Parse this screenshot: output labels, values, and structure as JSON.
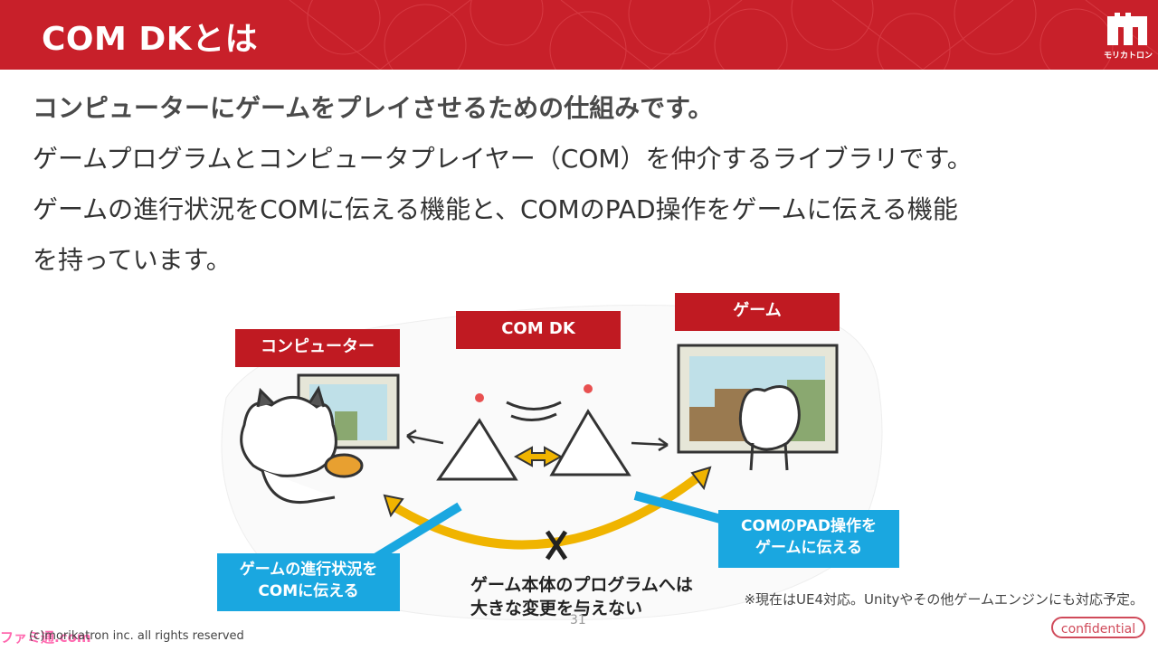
{
  "header": {
    "title": "COM DKとは",
    "logo_text": "モリカトロン"
  },
  "intro": {
    "lead": "コンピューターにゲームをプレイさせるための仕組みです。",
    "paragraph_1": "ゲームプログラムとコンピュータプレイヤー（COM）を仲介するライブラリです。",
    "paragraph_2": "ゲームの進行状況をCOMに伝える機能と、COMのPAD操作をゲームに伝える機能",
    "paragraph_3": "を持っています。"
  },
  "diagram": {
    "label_computer": "コンピューター",
    "label_comdk": "COM DK",
    "label_game": "ゲーム",
    "callout_left_line1": "ゲームの進行状況を",
    "callout_left_line2": "COMに伝える",
    "callout_right_line1": "COMのPAD操作を",
    "callout_right_line2": "ゲームに伝える",
    "note_line1": "ゲーム本体のプログラムへは",
    "note_line2": "大きな変更を与えない"
  },
  "footnote": "※現在はUE4対応。Unityやその他ゲームエンジンにも対応予定。",
  "page_number": "31",
  "copyright": "(c)morikatron inc. all rights reserved",
  "watermark": "ファミ通.com",
  "confidential": "confidential",
  "colors": {
    "header_red": "#c8202a",
    "label_red": "#c01a22",
    "callout_blue": "#1aa7e0",
    "arrow_gold": "#f0b400"
  }
}
